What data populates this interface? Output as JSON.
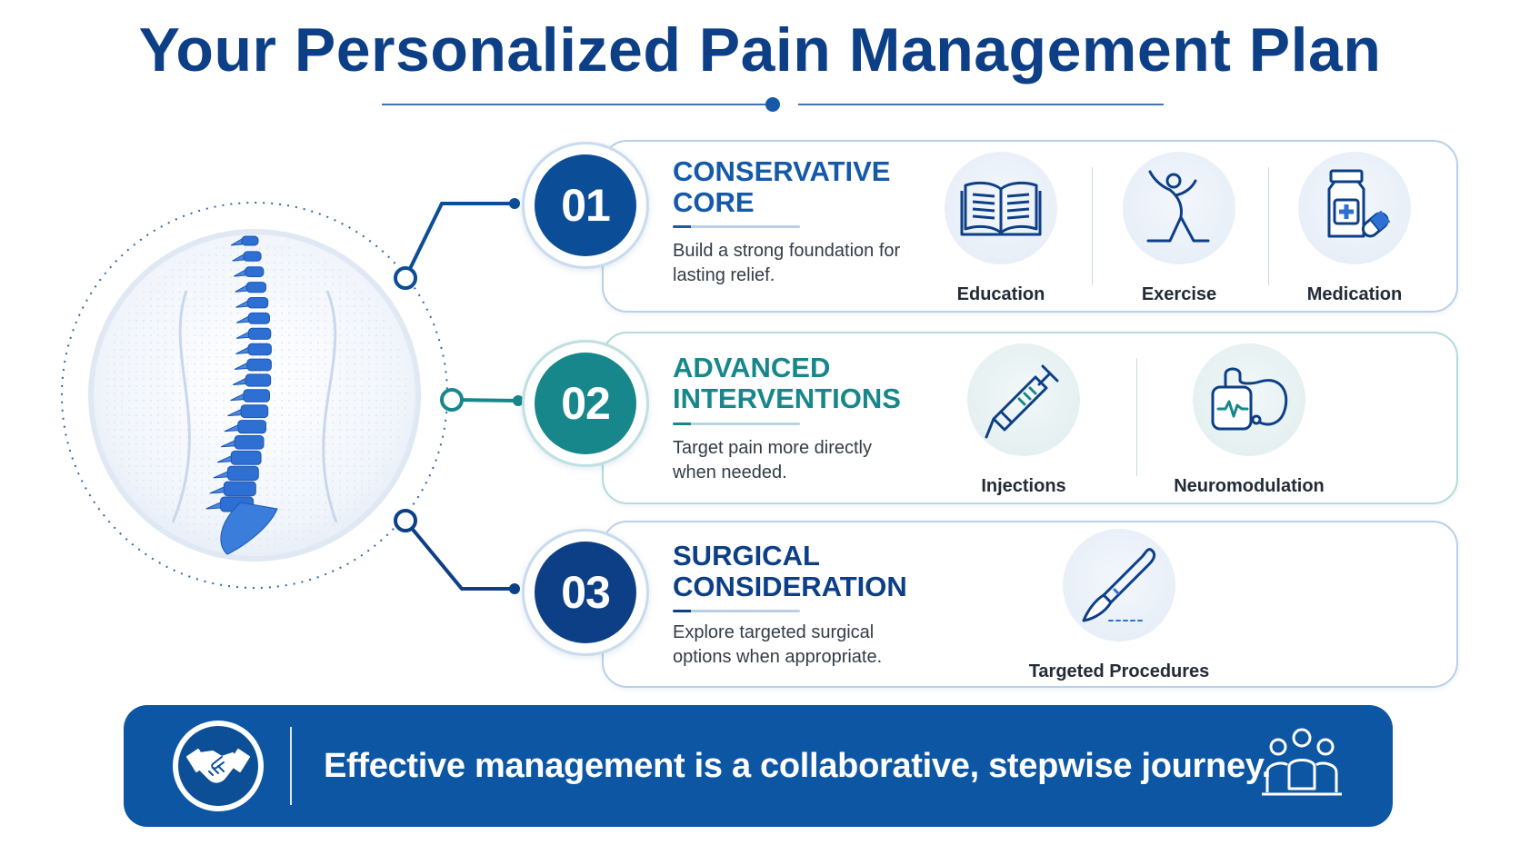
{
  "title": "Your Personalized Pain Management Plan",
  "colors": {
    "primary": "#0d56a3",
    "dark_blue": "#0d3f86",
    "teal": "#17878b",
    "spine_blue": "#2d6fd2"
  },
  "stages": [
    {
      "number": "01",
      "heading": "CONSERVATIVE\nCORE",
      "description": "Build a strong foundation for lasting relief.",
      "tools": [
        {
          "label": "Education",
          "icon": "open-book-icon"
        },
        {
          "label": "Exercise",
          "icon": "stretching-person-icon"
        },
        {
          "label": "Medication",
          "icon": "pill-bottle-icon"
        }
      ]
    },
    {
      "number": "02",
      "heading": "ADVANCED\nINTERVENTIONS",
      "description": "Target pain more directly when needed.",
      "tools": [
        {
          "label": "Injections",
          "icon": "syringe-icon"
        },
        {
          "label": "Neuromodulation",
          "icon": "stimulator-device-icon"
        }
      ]
    },
    {
      "number": "03",
      "heading": "SURGICAL\nCONSIDERATION",
      "description": "Explore targeted surgical options when appropriate.",
      "tools": [
        {
          "label": "Targeted Procedures",
          "icon": "scalpel-icon"
        }
      ]
    }
  ],
  "banner": {
    "message": "Effective management is a collaborative, stepwise journey.",
    "left_icon": "handshake-icon",
    "right_icon": "team-icon"
  }
}
